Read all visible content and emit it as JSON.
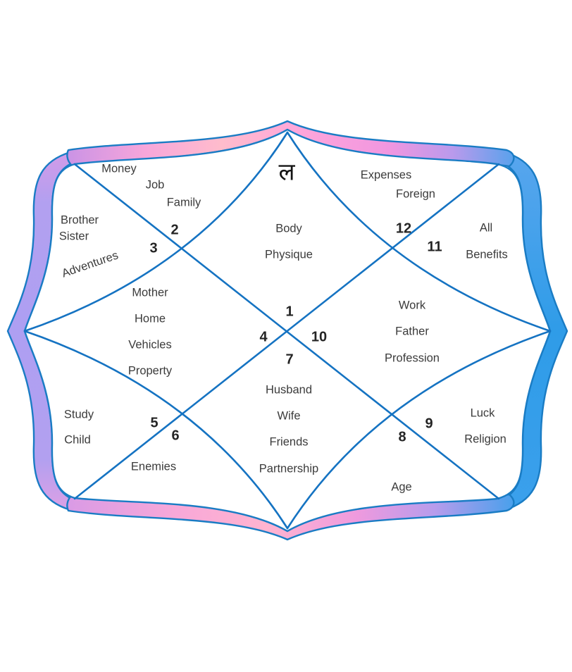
{
  "chart": {
    "type": "north-indian-kundali-diagram",
    "lagna_symbol": "ल",
    "houses": [
      {
        "number": "1",
        "labels": [
          "Body",
          "Physique"
        ]
      },
      {
        "number": "2",
        "labels": [
          "Money",
          "Job",
          "Family"
        ]
      },
      {
        "number": "3",
        "labels": [
          "Brother",
          "Sister",
          "Adventures"
        ]
      },
      {
        "number": "4",
        "labels": [
          "Mother",
          "Home",
          "Vehicles",
          "Property"
        ]
      },
      {
        "number": "5",
        "labels": [
          "Study",
          "Child"
        ]
      },
      {
        "number": "6",
        "labels": [
          "Enemies"
        ]
      },
      {
        "number": "7",
        "labels": [
          "Husband",
          "Wife",
          "Friends",
          "Partnership"
        ]
      },
      {
        "number": "8",
        "labels": [
          "Age"
        ]
      },
      {
        "number": "9",
        "labels": [
          "Luck",
          "Religion"
        ]
      },
      {
        "number": "10",
        "labels": [
          "Work",
          "Father",
          "Profession"
        ]
      },
      {
        "number": "11",
        "labels": [
          "All",
          "Benefits"
        ]
      },
      {
        "number": "12",
        "labels": [
          "Expenses",
          "Foreign"
        ]
      }
    ],
    "colors": {
      "line_blue": "#1573c2",
      "frame_outline_blue": "#1a7cc4",
      "label_text": "#3b3b3b",
      "number_text": "#242424",
      "border_pink": "#ffb0d4",
      "border_peach": "#ffbccc",
      "border_magenta": "#f096e0",
      "border_purple": "#ae9ff2",
      "border_blue": "#2f9ce8"
    }
  }
}
